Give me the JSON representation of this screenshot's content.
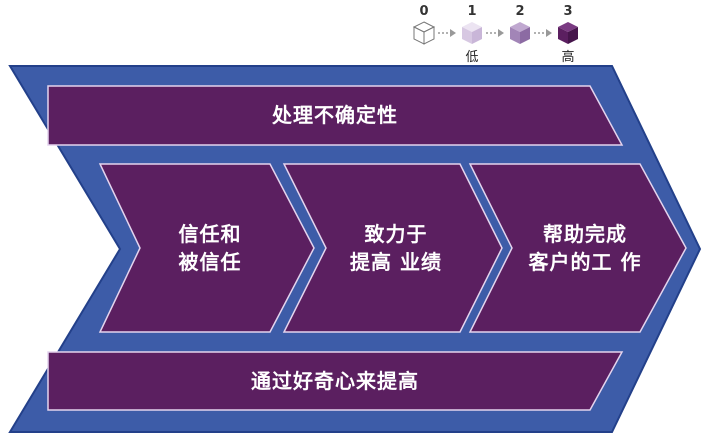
{
  "legend": {
    "levels": [
      {
        "num": "0",
        "color": "#ffffff"
      },
      {
        "num": "1",
        "color": "#dcd0e6"
      },
      {
        "num": "2",
        "color": "#a98bbd"
      },
      {
        "num": "3",
        "color": "#5b1f60"
      }
    ],
    "low_label": "低",
    "high_label": "高"
  },
  "diagram": {
    "top_band": "处理不确定性",
    "bottom_band": "通过好奇心来提高",
    "stage1_line1": "信任和",
    "stage1_line2": "被信任",
    "stage2_line1": "致力于",
    "stage2_line2": "提高 业绩",
    "stage3_line1": "帮助完成",
    "stage3_line2": "客户的工 作"
  },
  "colors": {
    "outer_blue": "#3d5ca8",
    "outer_edge": "#23408a",
    "purple": "#5b1f60",
    "purple_edge": "#e4d4ee"
  }
}
